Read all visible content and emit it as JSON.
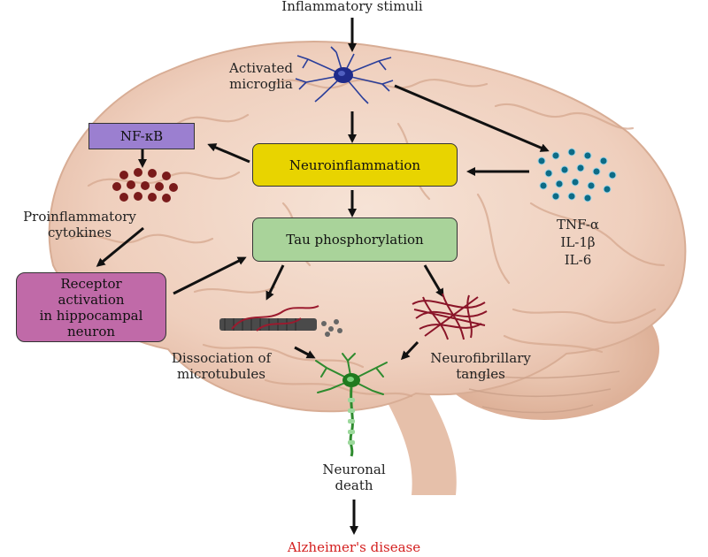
{
  "colors": {
    "nfkb_box": "#9b7fd0",
    "neuroinflammation_box": "#e8d400",
    "tau_box": "#a9d39a",
    "receptor_box": "#c06aa8",
    "disease_text": "#d42020",
    "arrow": "#111111"
  },
  "labels": {
    "inflammatory_stimuli": "Inflammatory stimuli",
    "activated_microglia": "Activated\nmicroglia",
    "proinflammatory_cytokines": "Proinflammatory\ncytokines",
    "cytokine_list": "TNF-α\nIL-1β\nIL-6",
    "dissociation": "Dissociation of\nmicrotubules",
    "neurofibrillary": "Neurofibrillary\ntangles",
    "neuronal_death": "Neuronal\ndeath",
    "alzheimers": "Alzheimer's disease"
  },
  "boxes": {
    "nfkb": "NF-κB",
    "neuroinflammation": "Neuroinflammation",
    "tau": "Tau phosphorylation",
    "receptor": "Receptor\nactivation\nin hippocampal\nneuron"
  },
  "icons": {
    "brain": "brain-illustration",
    "microglia": "microglia-cell-icon",
    "cytokines": "cytokine-cluster-icon",
    "cytokine_particles": "cytokine-particles-icon",
    "microtubules": "microtubule-icon",
    "tangles": "neurofibrillary-tangle-icon",
    "neuron": "neuron-icon"
  }
}
